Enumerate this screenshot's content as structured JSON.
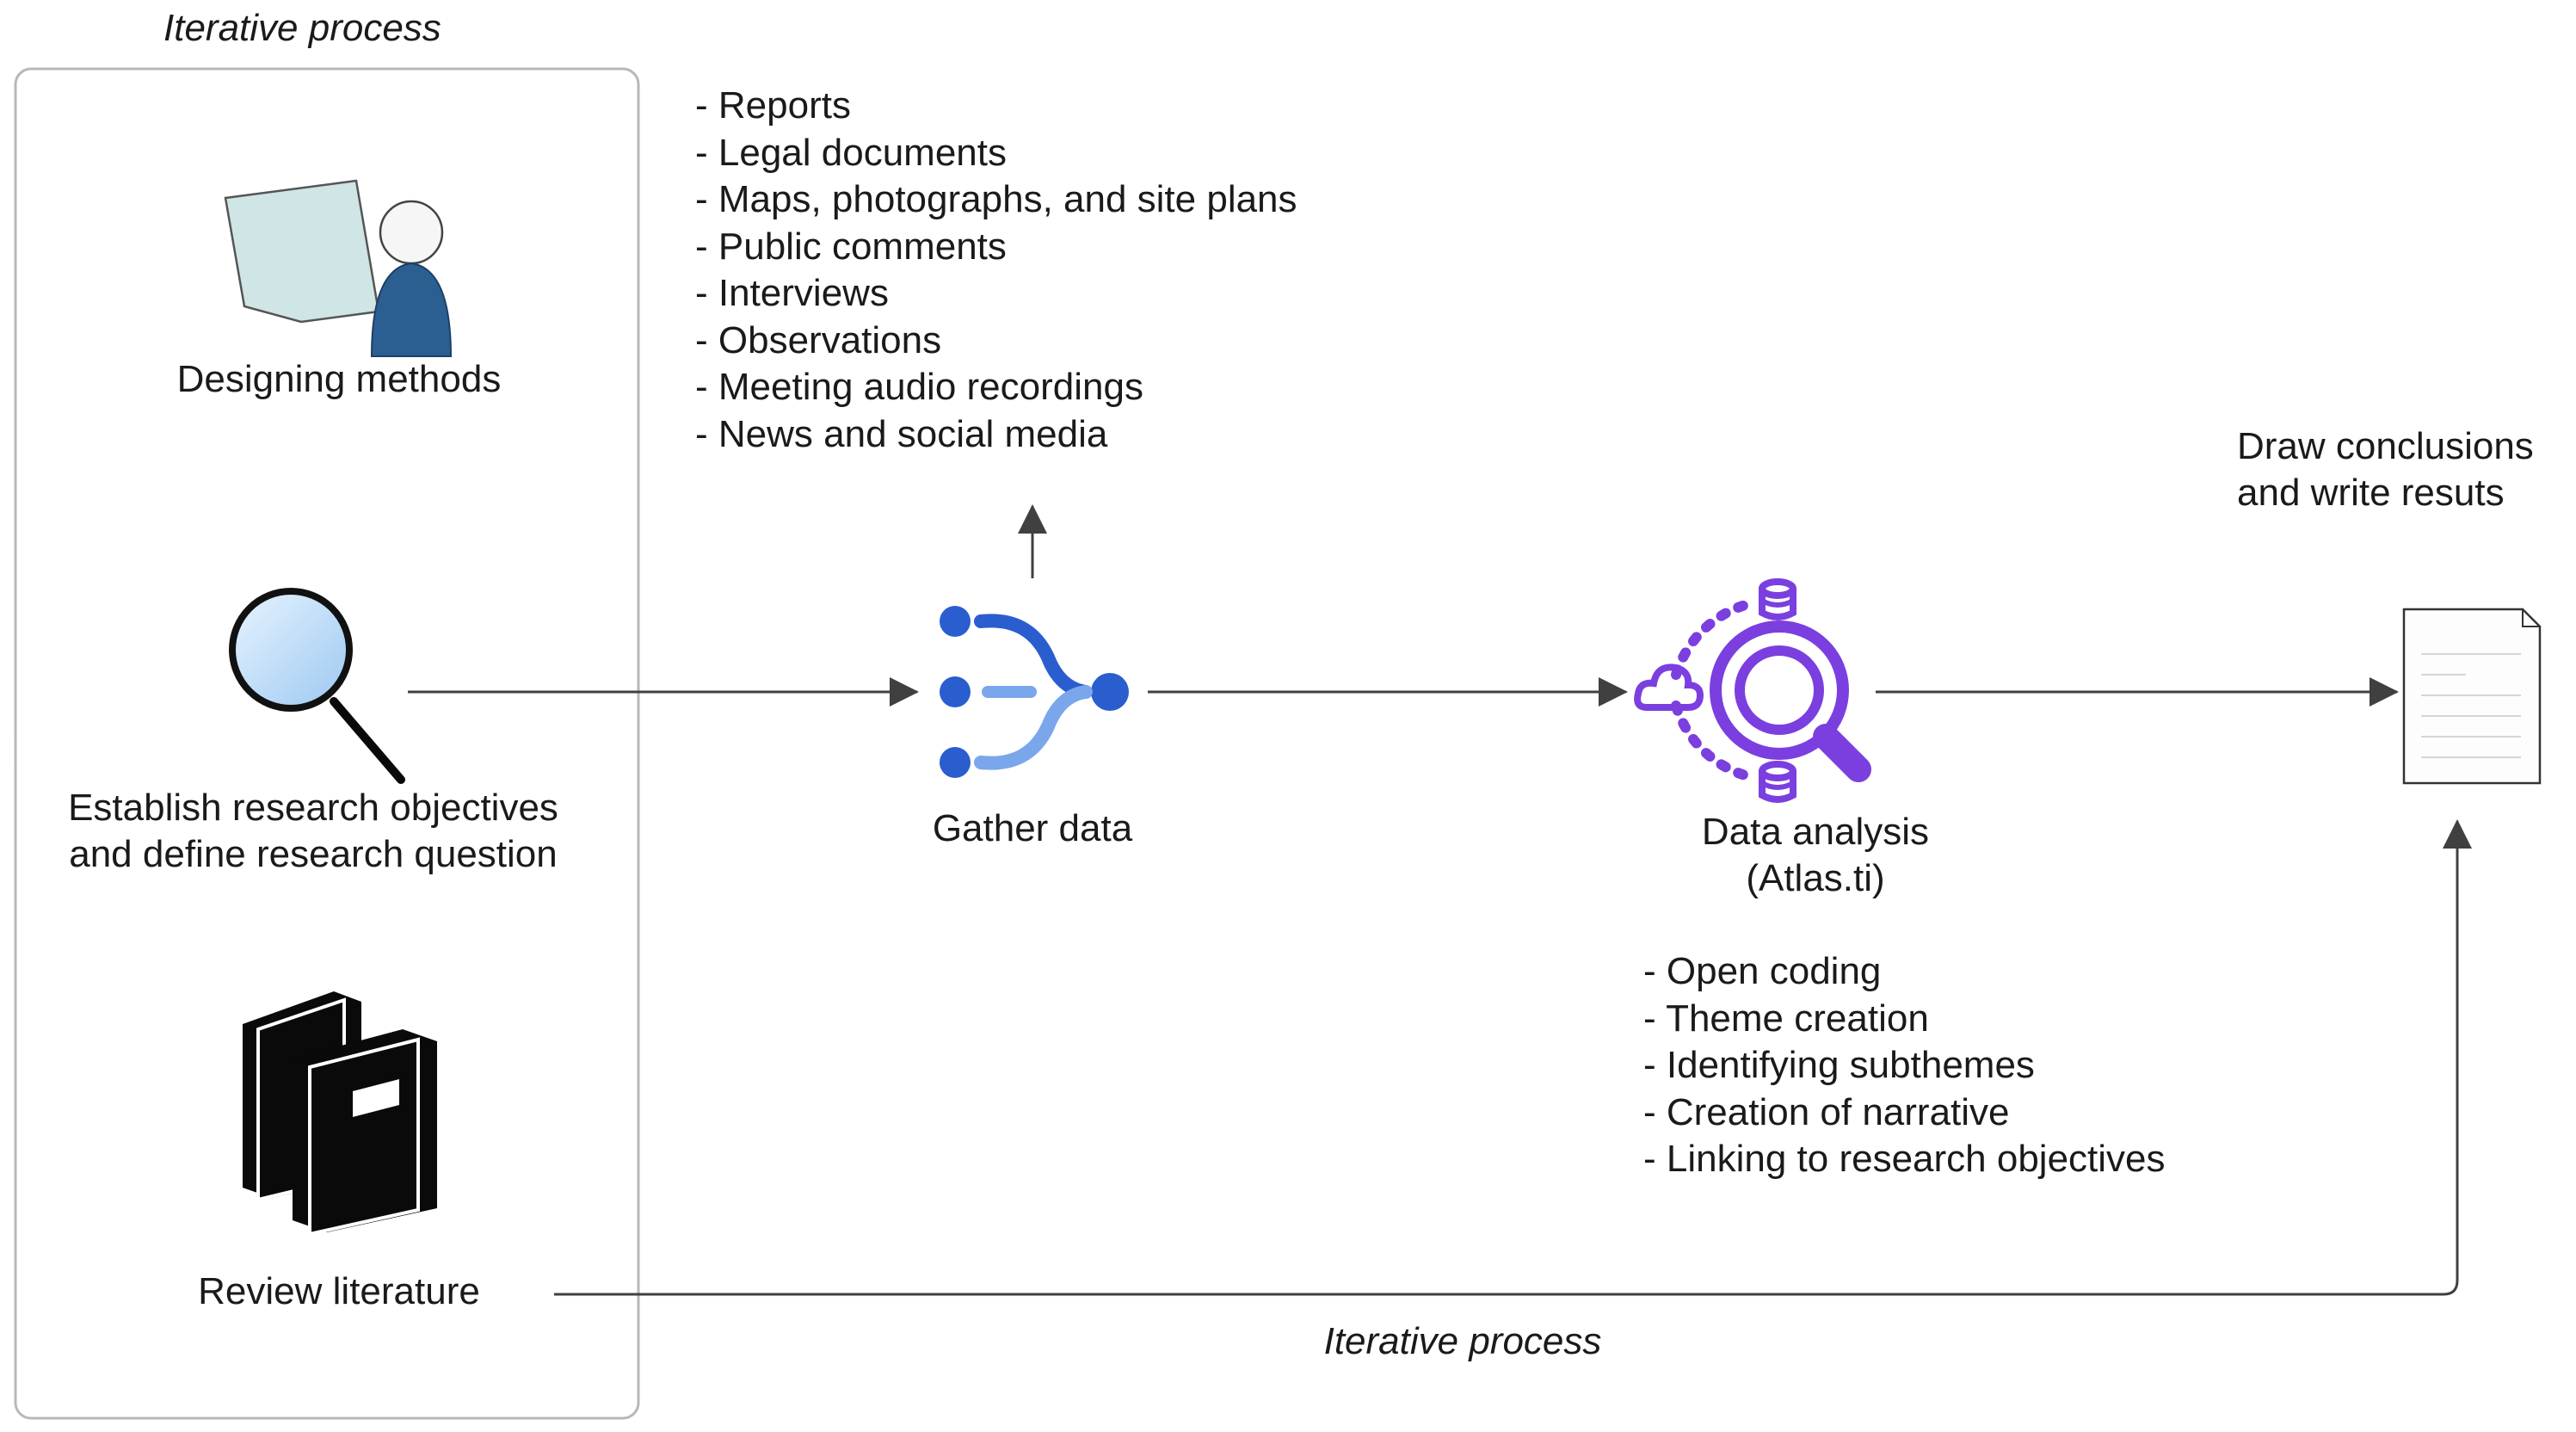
{
  "top_label": "Iterative process",
  "bottom_label": "Iterative process",
  "left_panel": {
    "designing": {
      "label": "Designing methods",
      "icon": "presenter-icon"
    },
    "objectives": {
      "line1": "Establish research objectives",
      "line2": "and define research question",
      "icon": "magnifier-icon"
    },
    "literature": {
      "label": "Review literature",
      "icon": "books-icon"
    }
  },
  "gather": {
    "label": "Gather data",
    "icon": "merge-flow-icon",
    "sources": [
      "- Reports",
      "- Legal documents",
      "- Maps, photographs, and site plans",
      "- Public comments",
      "- Interviews",
      "- Observations",
      "- Meeting audio recordings",
      "- News and social media"
    ]
  },
  "analysis": {
    "line1": "Data analysis",
    "line2": "(Atlas.ti)",
    "icon": "data-analysis-icon",
    "steps": [
      "- Open coding",
      "- Theme creation",
      "- Identifying subthemes",
      "- Creation of narrative",
      "- Linking to research objectives"
    ]
  },
  "conclusion": {
    "line1": "Draw conclusions",
    "line2": "and write resuts",
    "icon": "document-icon"
  },
  "colors": {
    "line": "#404040",
    "panel_border": "#b8b8b8",
    "gather_blue": "#2a5ecf",
    "gather_light": "#7aa6ec",
    "analysis_purple": "#7b3fe0",
    "person_blue": "#2b5f92"
  }
}
